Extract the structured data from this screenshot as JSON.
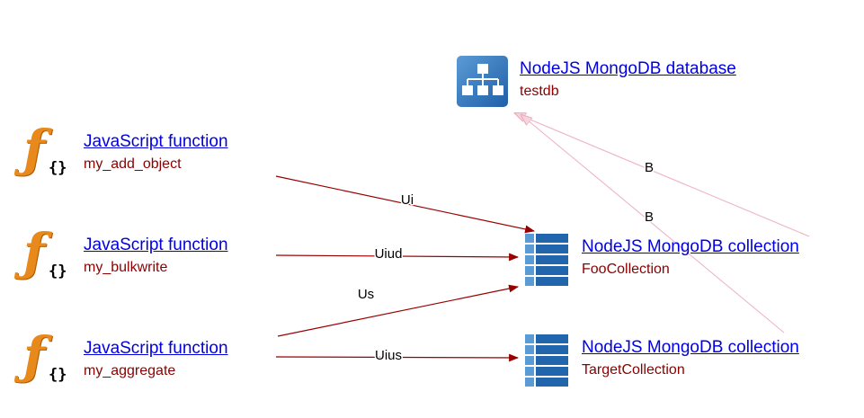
{
  "diagram": {
    "database": {
      "title": "NodeJS MongoDB database",
      "name": "testdb"
    },
    "functions": [
      {
        "title": "JavaScript function",
        "name": "my_add_object"
      },
      {
        "title": "JavaScript function",
        "name": "my_bulkwrite"
      },
      {
        "title": "JavaScript function",
        "name": "my_aggregate"
      }
    ],
    "collections": [
      {
        "title": "NodeJS MongoDB collection",
        "name": "FooCollection"
      },
      {
        "title": "NodeJS MongoDB collection",
        "name": "TargetCollection"
      }
    ],
    "edges": [
      {
        "from": "my_add_object",
        "to": "FooCollection",
        "label": "Ui"
      },
      {
        "from": "my_bulkwrite",
        "to": "FooCollection",
        "label": "Uiud"
      },
      {
        "from": "my_aggregate",
        "to": "FooCollection",
        "label": "Us"
      },
      {
        "from": "my_aggregate",
        "to": "TargetCollection",
        "label": "Uius"
      },
      {
        "from": "FooCollection",
        "to": "testdb",
        "label": "B"
      },
      {
        "from": "TargetCollection",
        "to": "testdb",
        "label": "B"
      }
    ],
    "colors": {
      "link": "#0000e0",
      "name_text": "#8b0000",
      "edge_primary": "#990000",
      "edge_secondary": "#eeb3c4",
      "icon_blue": "#2e75b6",
      "icon_orange": "#e8891c"
    }
  }
}
